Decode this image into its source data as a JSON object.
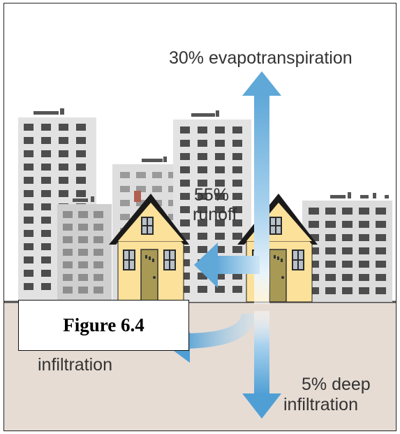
{
  "labels": {
    "evapotranspiration": "30% evapotranspiration",
    "runoff_pct": "55%",
    "runoff": "runoff",
    "infiltration": "infiltration",
    "deep_pct": "5% deep",
    "deep": "infiltration"
  },
  "figure_label": "Figure 6.4",
  "colors": {
    "sky": "#ffffff",
    "ground": "#e6dcd4",
    "ground_line": "#4a4a4a",
    "arrow": "#5fa8d8",
    "house_wall": "#fbe19a",
    "roof": "#1a1a1a",
    "door": "#a89a55",
    "building_light": "#e0e0e0",
    "building_mid": "#c8c8c8",
    "window_dark": "#4d4d4d",
    "window_mid": "#9a9a9a"
  }
}
